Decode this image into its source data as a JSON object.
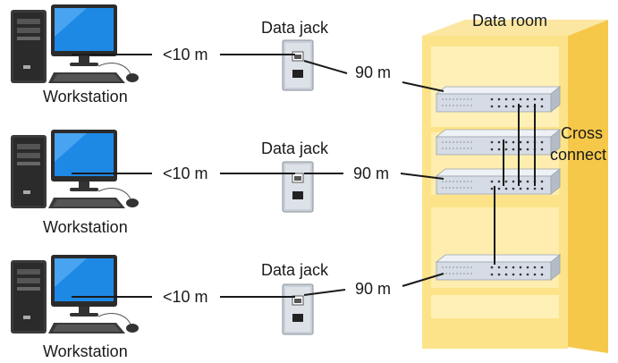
{
  "title": "Data room",
  "cross_connect": {
    "line1": "Cross",
    "line2": "connect"
  },
  "rows": [
    {
      "workstation": "Workstation",
      "near_distance": "<10 m",
      "jack": "Data jack",
      "far_distance": "90 m"
    },
    {
      "workstation": "Workstation",
      "near_distance": "<10 m",
      "jack": "Data jack",
      "far_distance": "90 m"
    },
    {
      "workstation": "Workstation",
      "near_distance": "<10 m",
      "jack": "Data jack",
      "far_distance": "90 m"
    }
  ],
  "colors": {
    "cabinet": "#FCE38A",
    "cabinet_side": "#F6C84A",
    "shelf": "#FFF4C6",
    "patch_panel": "#D6DCE6",
    "monitor_screen": "#1E88E5",
    "tower": "#2B2B2B",
    "cable": "#1a1a1a"
  }
}
